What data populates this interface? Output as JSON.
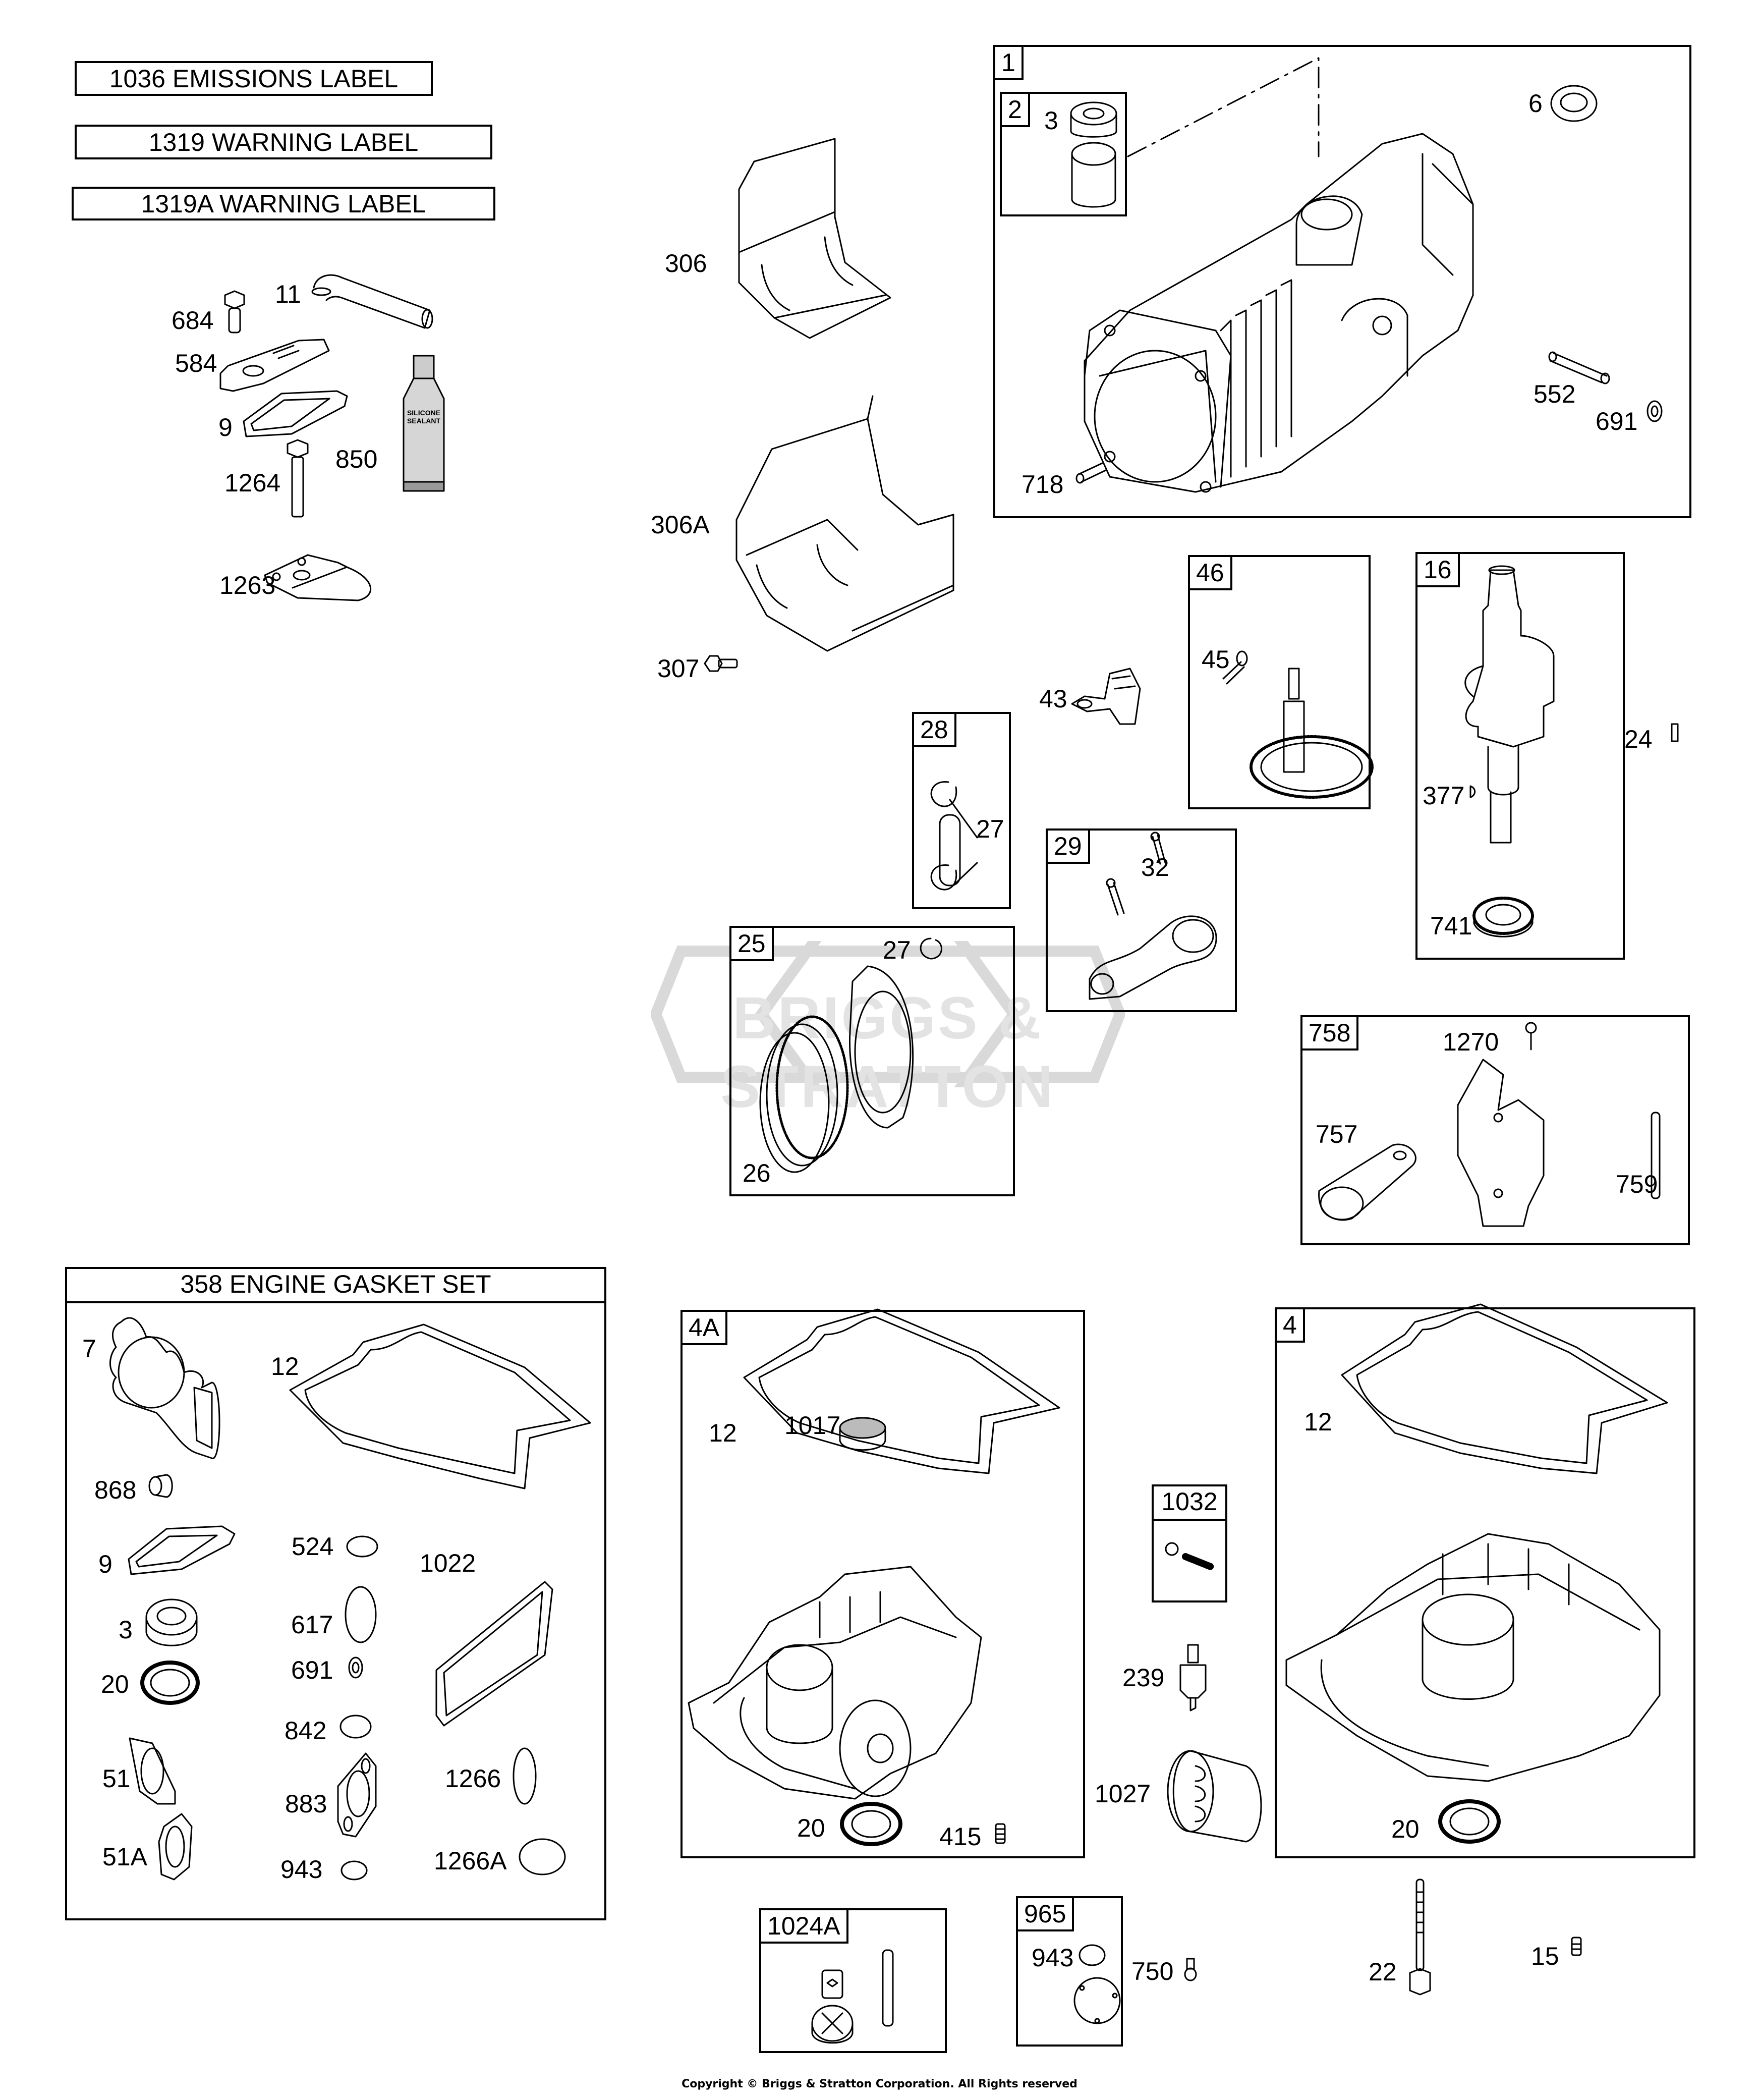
{
  "label_boxes": {
    "emissions": "1036 EMISSIONS LABEL",
    "warning": "1319 WARNING LABEL",
    "warning_a": "1319A WARNING LABEL"
  },
  "loose_parts_top_left": {
    "p684": "684",
    "p11": "11",
    "p584": "584",
    "p9": "9",
    "p850": "850",
    "p1264": "1264",
    "p1263": "1263",
    "sealant_text_1": "SILICONE",
    "sealant_text_2": "SEALANT"
  },
  "shrouds": {
    "p306": "306",
    "p306a": "306A",
    "p307": "307"
  },
  "cylinder_box": {
    "tab": "1",
    "sub_tab": "2",
    "p3": "3",
    "p6": "6",
    "p552": "552",
    "p691": "691",
    "p718": "718"
  },
  "governor": {
    "p43": "43"
  },
  "cam_box": {
    "tab": "46",
    "p45": "45"
  },
  "crank_box": {
    "tab": "16",
    "p377": "377",
    "p741": "741"
  },
  "loose_key": {
    "p24": "24"
  },
  "pin_box": {
    "tab": "28",
    "p27": "27"
  },
  "rod_box": {
    "tab": "29",
    "p32": "32"
  },
  "piston_box": {
    "tab": "25",
    "p27": "27",
    "p26": "26"
  },
  "balancer_box": {
    "tab": "758",
    "p1270": "1270",
    "p757": "757",
    "p759": "759"
  },
  "watermark": {
    "text": "BRIGGS & STRATTON"
  },
  "gasket_set": {
    "title": "358 ENGINE GASKET SET",
    "items": {
      "p7": "7",
      "p12": "12",
      "p868": "868",
      "p9": "9",
      "p524": "524",
      "p1022": "1022",
      "p617": "617",
      "p3": "3",
      "p691": "691",
      "p20": "20",
      "p842": "842",
      "p51": "51",
      "p883": "883",
      "p1266": "1266",
      "p51a": "51A",
      "p943": "943",
      "p1266a": "1266A"
    }
  },
  "sump_4a": {
    "tab": "4A",
    "p12": "12",
    "p1017": "1017",
    "p20": "20",
    "p415": "415"
  },
  "relief_box": {
    "tab": "1032"
  },
  "loose_oil": {
    "p239": "239",
    "p1027": "1027"
  },
  "sump_4": {
    "tab": "4",
    "p12": "12",
    "p20": "20"
  },
  "pump_box": {
    "tab": "1024A"
  },
  "cover_box": {
    "tab": "965",
    "p943": "943"
  },
  "loose_bottom": {
    "p750": "750",
    "p22": "22",
    "p15": "15"
  },
  "footer": {
    "copyright": "Copyright © Briggs & Stratton Corporation. All Rights reserved"
  }
}
